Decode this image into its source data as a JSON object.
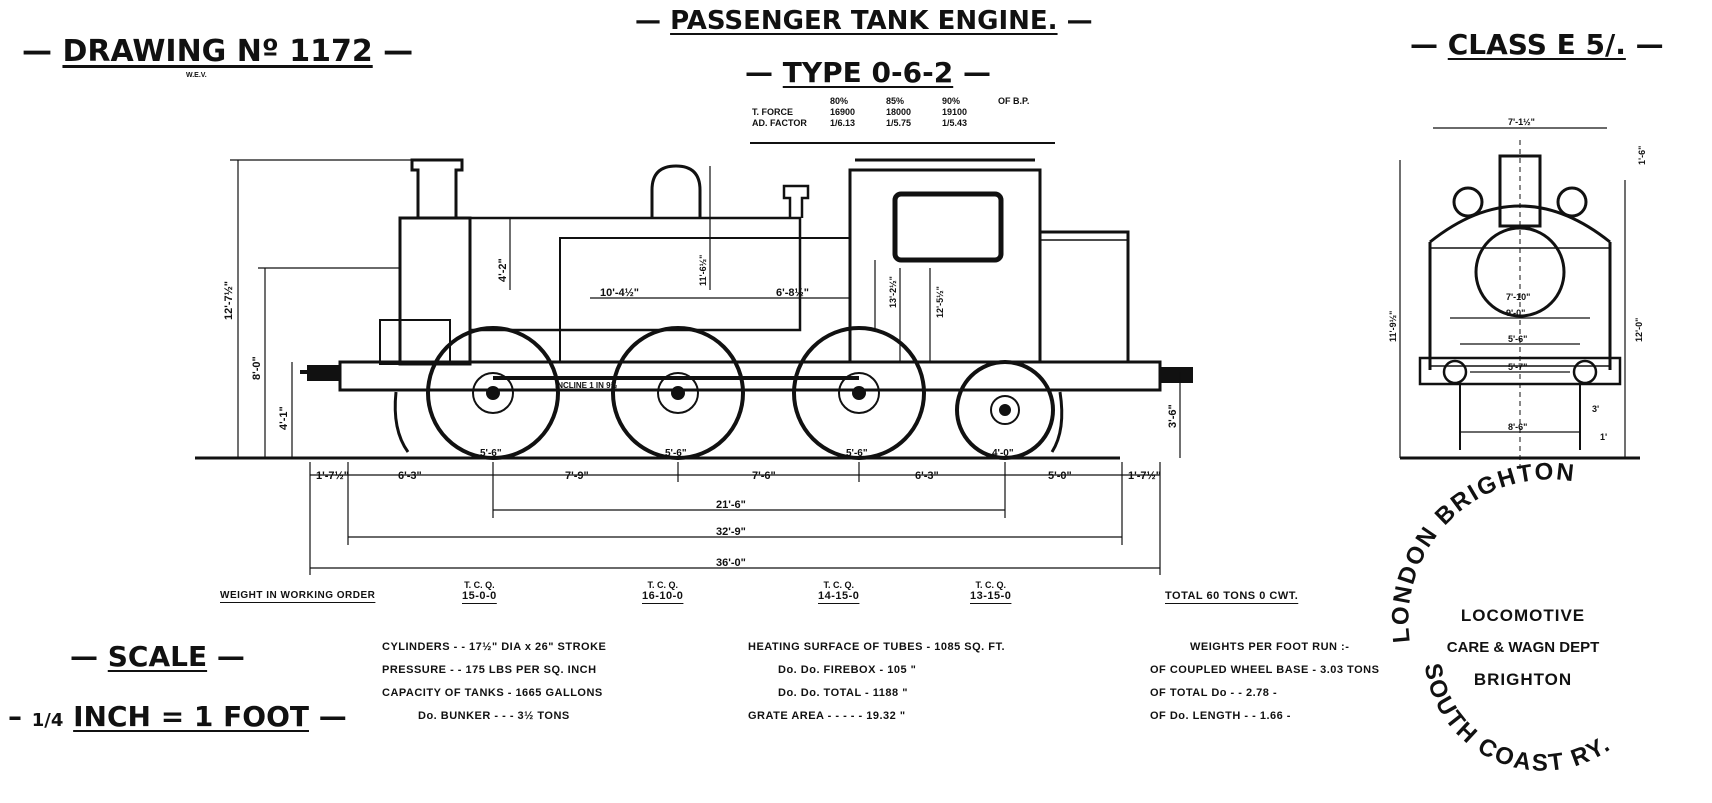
{
  "header": {
    "drawing_no": "DRAWING Nº 1172",
    "initials": "W.E.V.",
    "title": "PASSENGER TANK ENGINE.",
    "type": "TYPE 0-6-2",
    "class": "CLASS E 5/."
  },
  "tractive": {
    "percents": [
      "80%",
      "85%",
      "90%"
    ],
    "percents_suffix": "OF B.P.",
    "tforce_label": "T. FORCE",
    "tforce_values": [
      "16900",
      "18000",
      "19100"
    ],
    "adh_label": "AD. FACTOR",
    "adh_values": [
      "1/6.13",
      "1/5.75",
      "1/5.43"
    ]
  },
  "dimensions": {
    "height_total": "12'-7½\"",
    "height_boiler": "8'-0\"",
    "height_platform": "4'-1\"",
    "dome_height": "4'-2\"",
    "inner_height_1": "11'-6½\"",
    "inner_height_2": "13'-2½\"",
    "inner_height_3": "12'-5½\"",
    "buffer_height": "3'-6\"",
    "barrel_length": "10'-4½\"",
    "tank_length": "6'-8½\"",
    "gradient": "INCLINE 1 IN 9½",
    "wheel_diameters": [
      "5'-6\"",
      "5'-6\"",
      "5'-6\"",
      "4'-0\""
    ],
    "spacings": [
      "1'-7½\"",
      "6'-3\"",
      "7'-9\"",
      "7'-6\"",
      "6'-3\"",
      "5'-0\"",
      "1'-7½\""
    ],
    "wheelbase_coupled": "21'-6\"",
    "wheelbase_total": "32'-9\"",
    "length_total": "36'-0\""
  },
  "end_view": {
    "top_width": "7'-1½\"",
    "roof_drop": "1'-6\"",
    "boiler_width": "7'-10\"",
    "tank_width": "9'-0\"",
    "frame_width": "5'-6\"",
    "buffer_centres": "5'-7\"",
    "track_width": "8'-6\"",
    "height_left": "11'-9½\"",
    "height_right": "12'-0\"",
    "small_dim_1": "3'",
    "small_dim_2": "1'"
  },
  "weights": {
    "label": "WEIGHT IN WORKING ORDER",
    "tcq": "T. C. Q.",
    "axles": [
      "15-0-0",
      "16-10-0",
      "14-15-0",
      "13-15-0"
    ],
    "total": "TOTAL 60 TONS 0 CWT."
  },
  "scale": {
    "label": "SCALE",
    "fraction": "1/4",
    "text": "INCH = 1 FOOT"
  },
  "specs": {
    "col1": [
      "CYLINDERS - - 17½\" DIA x 26\" STROKE",
      "PRESSURE - - 175 LBS PER SQ. INCH",
      "CAPACITY OF TANKS - 1665 GALLONS",
      "Do. BUNKER - - - 3½ TONS"
    ],
    "col2": [
      "HEATING SURFACE OF TUBES - 1085 SQ. FT.",
      "Do. Do. FIREBOX - 105 \"",
      "Do. Do. TOTAL - 1188 \"",
      "GRATE AREA - - - - - 19.32 \""
    ],
    "col3": [
      "WEIGHTS PER FOOT RUN :-",
      "OF COUPLED WHEEL BASE - 3.03 TONS",
      "OF TOTAL Do - - 2.78 -",
      "OF Do. LENGTH - - 1.66 -"
    ]
  },
  "stamp": {
    "ring_top": "LONDON BRIGHTON",
    "ring_bottom": "SOUTH COAST RY.",
    "line1": "LOCOMOTIVE",
    "line2": "CARE & WAGN DEPT",
    "line3": "BRIGHTON"
  }
}
